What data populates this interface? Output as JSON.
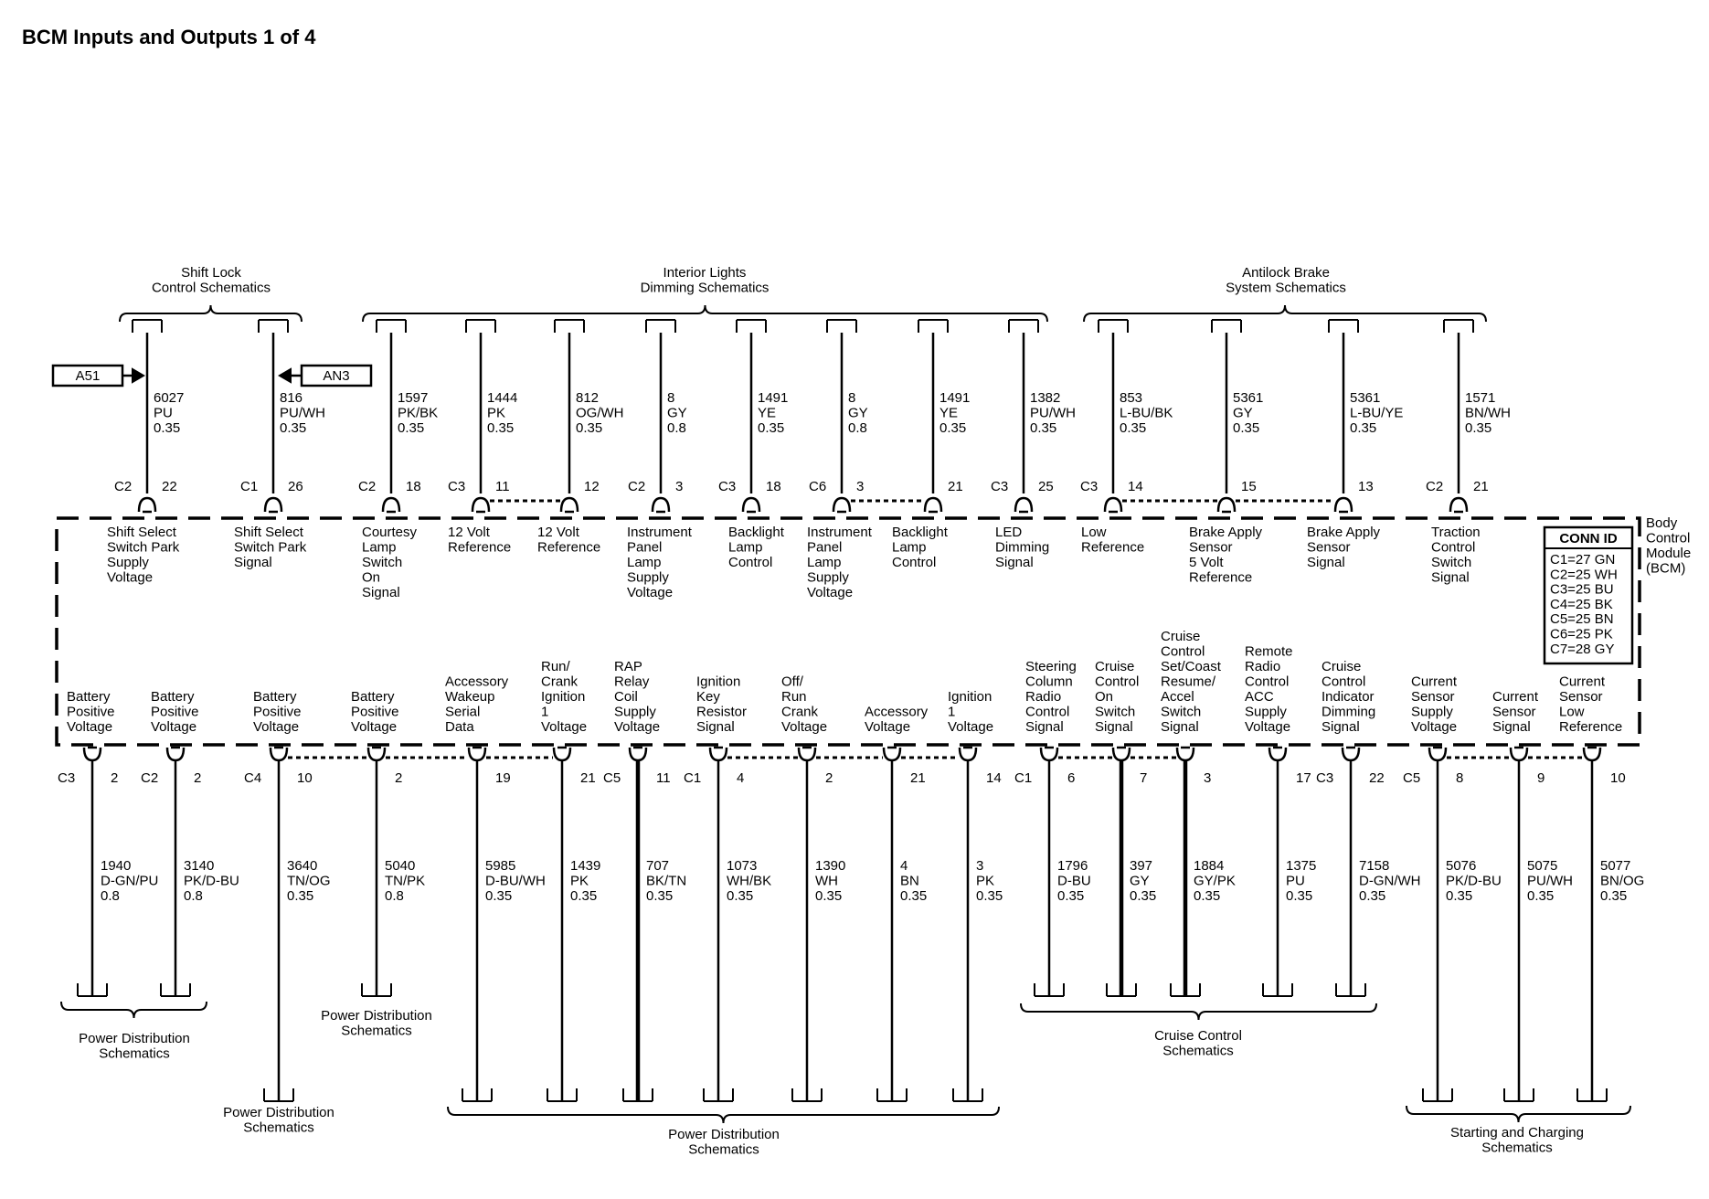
{
  "title": "BCM Inputs and Outputs 1 of 4",
  "module_label": [
    "Body",
    "Control",
    "Module",
    "(BCM)"
  ],
  "conn_id": {
    "header": "CONN ID",
    "rows": [
      "C1=27 GN",
      "C2=25 WH",
      "C3=25 BU",
      "C4=25 BK",
      "C5=25 BN",
      "C6=25 PK",
      "C7=28 GY"
    ]
  },
  "offpage": [
    {
      "label": "A51",
      "arrow": "right"
    },
    {
      "label": "AN3",
      "arrow": "left"
    }
  ],
  "top_groups": [
    {
      "label": [
        "Shift Lock",
        "Control Schematics"
      ]
    },
    {
      "label": [
        "Interior Lights",
        "Dimming Schematics"
      ]
    },
    {
      "label": [
        "Antilock Brake",
        "System Schematics"
      ]
    }
  ],
  "top_pins": [
    {
      "wire": [
        "6027",
        "PU",
        "0.35"
      ],
      "conn": "C2",
      "pin": "22",
      "func": [
        "Shift Select",
        "Switch Park",
        "Supply",
        "Voltage"
      ]
    },
    {
      "wire": [
        "816",
        "PU/WH",
        "0.35"
      ],
      "conn": "C1",
      "pin": "26",
      "func": [
        "Shift Select",
        "Switch Park",
        "Signal"
      ]
    },
    {
      "wire": [
        "1597",
        "PK/BK",
        "0.35"
      ],
      "conn": "C2",
      "pin": "18",
      "func": [
        "Courtesy",
        "Lamp",
        "Switch",
        "On",
        "Signal"
      ]
    },
    {
      "wire": [
        "1444",
        "PK",
        "0.35"
      ],
      "conn": "C3",
      "pin": "11",
      "func": [
        "12 Volt",
        "Reference"
      ]
    },
    {
      "wire": [
        "812",
        "OG/WH",
        "0.35"
      ],
      "conn": "",
      "pin": "12",
      "func": [
        "12 Volt",
        "Reference"
      ]
    },
    {
      "wire": [
        "8",
        "GY",
        "0.8"
      ],
      "conn": "C2",
      "pin": "3",
      "func": [
        "Instrument",
        "Panel",
        "Lamp",
        "Supply",
        "Voltage"
      ]
    },
    {
      "wire": [
        "1491",
        "YE",
        "0.35"
      ],
      "conn": "C3",
      "pin": "18",
      "func": [
        "Backlight",
        "Lamp",
        "Control"
      ]
    },
    {
      "wire": [
        "8",
        "GY",
        "0.8"
      ],
      "conn": "C6",
      "pin": "3",
      "func": [
        "Instrument",
        "Panel",
        "Lamp",
        "Supply",
        "Voltage"
      ]
    },
    {
      "wire": [
        "1491",
        "YE",
        "0.35"
      ],
      "conn": "",
      "pin": "21",
      "func": [
        "Backlight",
        "Lamp",
        "Control"
      ]
    },
    {
      "wire": [
        "1382",
        "PU/WH",
        "0.35"
      ],
      "conn": "C3",
      "pin": "25",
      "func": [
        "LED",
        "Dimming",
        "Signal"
      ]
    },
    {
      "wire": [
        "853",
        "L-BU/BK",
        "0.35"
      ],
      "conn": "C3",
      "pin": "14",
      "func": [
        "Low",
        "Reference"
      ]
    },
    {
      "wire": [
        "5361",
        "GY",
        "0.35"
      ],
      "conn": "",
      "pin": "15",
      "func": [
        "Brake Apply",
        "Sensor",
        "5 Volt",
        "Reference"
      ]
    },
    {
      "wire": [
        "5361",
        "L-BU/YE",
        "0.35"
      ],
      "conn": "",
      "pin": "13",
      "func": [
        "Brake Apply",
        "Sensor",
        "Signal"
      ]
    },
    {
      "wire": [
        "1571",
        "BN/WH",
        "0.35"
      ],
      "conn": "C2",
      "pin": "21",
      "func": [
        "Traction",
        "Control",
        "Switch",
        "Signal"
      ]
    }
  ],
  "bottom_pins": [
    {
      "func": [
        "Battery",
        "Positive",
        "Voltage"
      ],
      "conn": "C3",
      "pin": "2",
      "wire": [
        "1940",
        "D-GN/PU",
        "0.8"
      ]
    },
    {
      "func": [
        "Battery",
        "Positive",
        "Voltage"
      ],
      "conn": "C2",
      "pin": "2",
      "wire": [
        "3140",
        "PK/D-BU",
        "0.8"
      ]
    },
    {
      "func": [
        "Battery",
        "Positive",
        "Voltage"
      ],
      "conn": "C4",
      "pin": "10",
      "wire": [
        "3640",
        "TN/OG",
        "0.35"
      ]
    },
    {
      "func": [
        "Battery",
        "Positive",
        "Voltage"
      ],
      "conn": "",
      "pin": "2",
      "wire": [
        "5040",
        "TN/PK",
        "0.8"
      ]
    },
    {
      "func": [
        "Accessory",
        "Wakeup",
        "Serial",
        "Data"
      ],
      "conn": "",
      "pin": "19",
      "wire": [
        "5985",
        "D-BU/WH",
        "0.35"
      ]
    },
    {
      "func": [
        "Run/",
        "Crank",
        "Ignition",
        "1",
        "Voltage"
      ],
      "conn": "",
      "pin": "21",
      "wire": [
        "1439",
        "PK",
        "0.35"
      ]
    },
    {
      "func": [
        "RAP",
        "Relay",
        "Coil",
        "Supply",
        "Voltage"
      ],
      "conn": "C5",
      "pin": "11",
      "wire": [
        "707",
        "BK/TN",
        "0.35"
      ]
    },
    {
      "func": [
        "Ignition",
        "Key",
        "Resistor",
        "Signal"
      ],
      "conn": "C1",
      "pin": "4",
      "wire": [
        "1073",
        "WH/BK",
        "0.35"
      ]
    },
    {
      "func": [
        "Off/",
        "Run",
        "Crank",
        "Voltage"
      ],
      "conn": "",
      "pin": "2",
      "wire": [
        "1390",
        "WH",
        "0.35"
      ]
    },
    {
      "func": [
        "Accessory",
        "Voltage"
      ],
      "conn": "",
      "pin": "21",
      "wire": [
        "4",
        "BN",
        "0.35"
      ]
    },
    {
      "func": [
        "Ignition",
        "1",
        "Voltage"
      ],
      "conn": "",
      "pin": "14",
      "wire": [
        "3",
        "PK",
        "0.35"
      ]
    },
    {
      "func": [
        "Steering",
        "Column",
        "Radio",
        "Control",
        "Signal"
      ],
      "conn": "C1",
      "pin": "6",
      "wire": [
        "1796",
        "D-BU",
        "0.35"
      ]
    },
    {
      "func": [
        "Cruise",
        "Control",
        "On",
        "Switch",
        "Signal"
      ],
      "conn": "",
      "pin": "7",
      "wire": [
        "397",
        "GY",
        "0.35"
      ]
    },
    {
      "func": [
        "Cruise",
        "Control",
        "Set/Coast",
        "Resume/",
        "Accel",
        "Switch",
        "Signal"
      ],
      "conn": "",
      "pin": "3",
      "wire": [
        "1884",
        "GY/PK",
        "0.35"
      ]
    },
    {
      "func": [
        "Remote",
        "Radio",
        "Control",
        "ACC",
        "Supply",
        "Voltage"
      ],
      "conn": "",
      "pin": "17",
      "wire": [
        "1375",
        "PU",
        "0.35"
      ]
    },
    {
      "func": [
        "Cruise",
        "Control",
        "Indicator",
        "Dimming",
        "Signal"
      ],
      "conn": "C3",
      "pin": "22",
      "wire": [
        "7158",
        "D-GN/WH",
        "0.35"
      ]
    },
    {
      "func": [
        "Current",
        "Sensor",
        "Supply",
        "Voltage"
      ],
      "conn": "C5",
      "pin": "8",
      "wire": [
        "5076",
        "PK/D-BU",
        "0.35"
      ]
    },
    {
      "func": [
        "Current",
        "Sensor",
        "Signal"
      ],
      "conn": "",
      "pin": "9",
      "wire": [
        "5075",
        "PU/WH",
        "0.35"
      ]
    },
    {
      "func": [
        "Current",
        "Sensor",
        "Low",
        "Reference"
      ],
      "conn": "",
      "pin": "10",
      "wire": [
        "5077",
        "BN/OG",
        "0.35"
      ]
    }
  ],
  "bottom_groups": [
    {
      "label": [
        "Power Distribution",
        "Schematics"
      ]
    },
    {
      "label": [
        "Power Distribution",
        "Schematics"
      ]
    },
    {
      "label": [
        "Power Distribution",
        "Schematics"
      ]
    },
    {
      "label": [
        "Power Distribution",
        "Schematics"
      ]
    },
    {
      "label": [
        "Cruise Control",
        "Schematics"
      ]
    },
    {
      "label": [
        "Starting and Charging",
        "Schematics"
      ]
    }
  ]
}
